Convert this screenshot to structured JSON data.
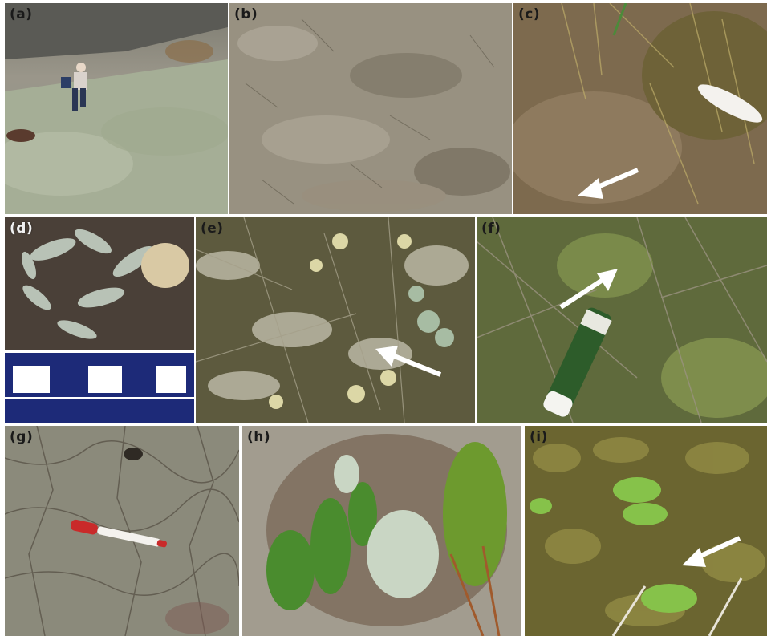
{
  "figure": {
    "panels": [
      {
        "label": "(a)"
      },
      {
        "label": "(b)"
      },
      {
        "label": "(c)"
      },
      {
        "label": "(d)"
      },
      {
        "label": "(e)"
      },
      {
        "label": "(f)"
      },
      {
        "label": "(g)"
      },
      {
        "label": "(h)"
      },
      {
        "label": "(i)"
      }
    ]
  },
  "colors": {
    "separator": "#ffffff",
    "arrow": "#ffffff"
  }
}
